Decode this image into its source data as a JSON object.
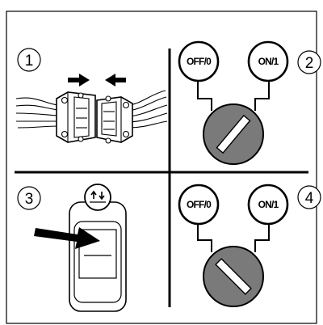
{
  "panels": [
    {
      "number": "1"
    },
    {
      "number": "2",
      "switch": {
        "off_label": "OFF/0",
        "on_label": "ON/1",
        "knob_position": "on"
      }
    },
    {
      "number": "3",
      "switch_icon": "up-down-arrows-icon"
    },
    {
      "number": "4",
      "switch": {
        "off_label": "OFF/0",
        "on_label": "ON/1",
        "knob_position": "off"
      }
    }
  ],
  "colors": {
    "knob_fill": "#7a7a7a",
    "line": "#000000",
    "background": "#ffffff"
  }
}
